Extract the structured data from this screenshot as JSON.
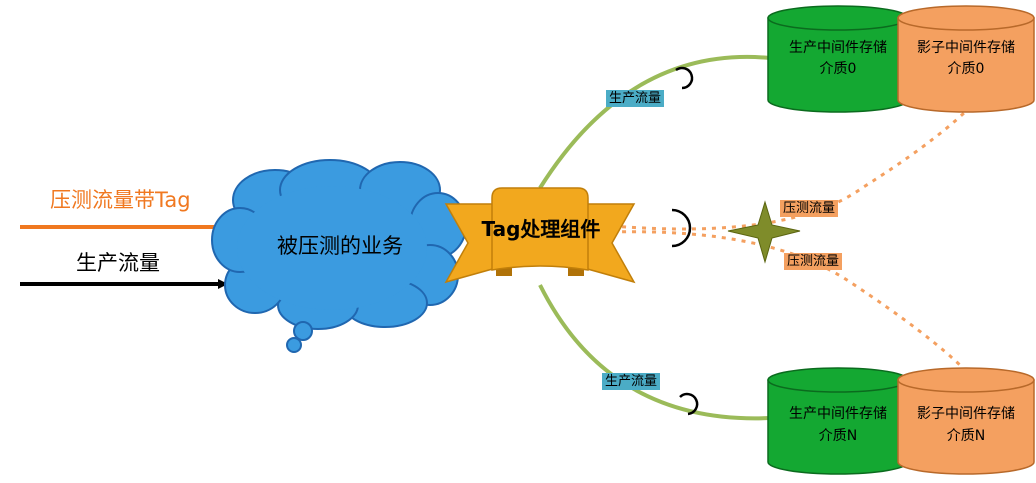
{
  "inputs": {
    "stress_label": "压测流量带Tag",
    "prod_label": "生产流量"
  },
  "service": {
    "label": "被压测的业务"
  },
  "tag_component": {
    "label": "Tag处理组件"
  },
  "flows": {
    "prod_top": "生产流量",
    "prod_bottom": "生产流量",
    "stress_upper": "压测流量",
    "stress_lower": "压测流量"
  },
  "storage": {
    "prod_0": {
      "line1": "生产中间件存储",
      "line2": "介质0"
    },
    "shadow_0": {
      "line1": "影子中间件存储",
      "line2": "介质0"
    },
    "prod_n": {
      "line1": "生产中间件存储",
      "line2": "介质N"
    },
    "shadow_n": {
      "line1": "影子中间件存储",
      "line2": "介质N"
    }
  },
  "colors": {
    "stress_orange": "#f07820",
    "shadow_orange": "#f4a060",
    "prod_green": "#14a832",
    "link_green": "#9bbb59",
    "cloud_blue": "#3b9be0",
    "tag_gold": "#f2a81e",
    "label_blue": "#4bacc6",
    "star_olive": "#7f8c2a"
  },
  "icons": [
    "arrow-right-icon",
    "cloud-shape",
    "ribbon-banner",
    "cylinder-db-icon",
    "four-point-star-icon",
    "socket-arc-icon"
  ]
}
